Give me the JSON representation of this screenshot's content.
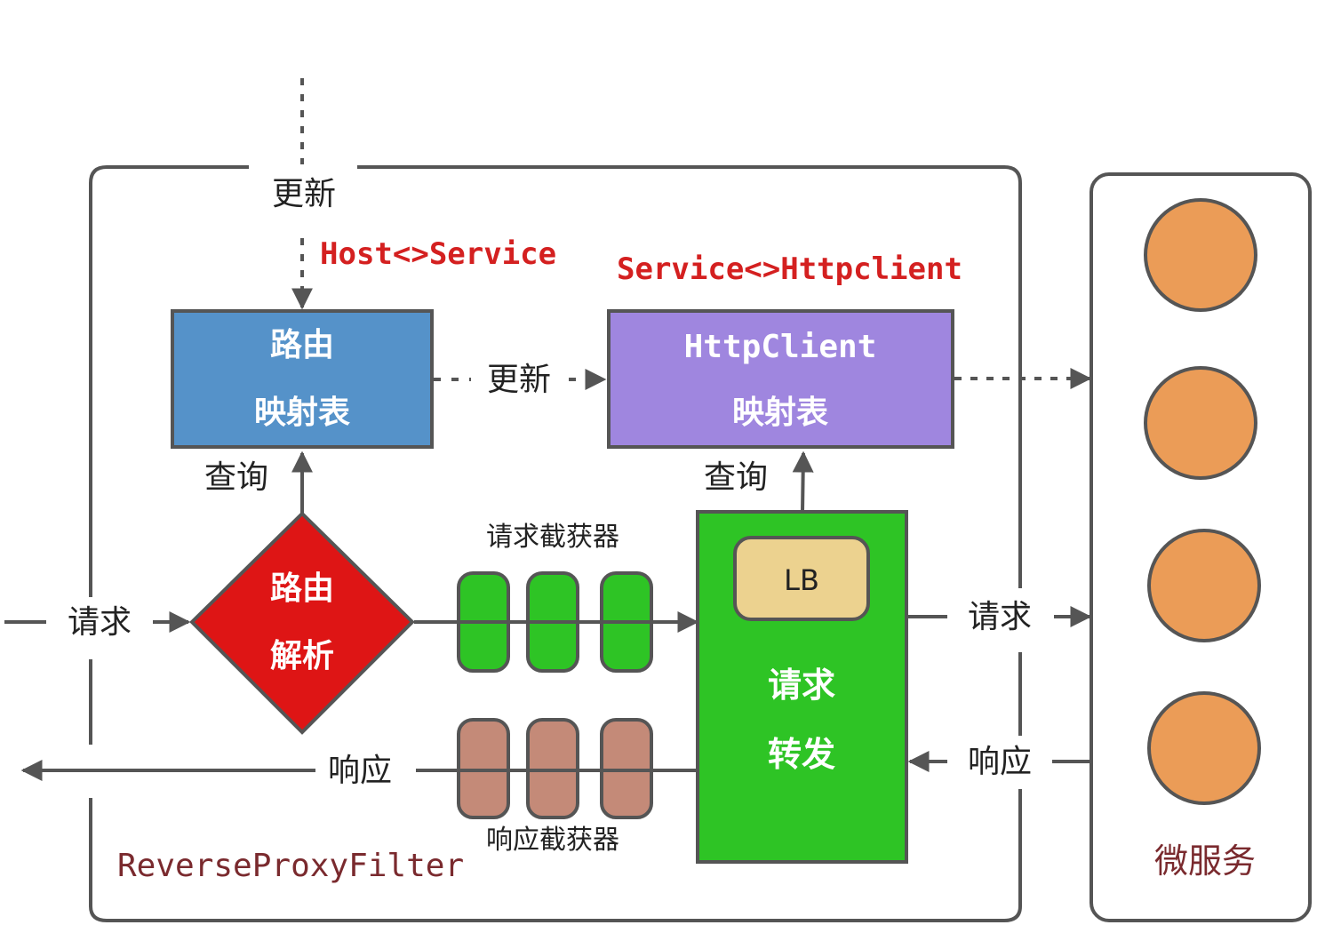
{
  "labels": {
    "update_top": "更新",
    "host_service": "Host<>Service",
    "service_httpclient": "Service<>Httpclient",
    "route_table_line1": "路由",
    "route_table_line2": "映射表",
    "update_middle": "更新",
    "httpclient_table_line1": "HttpClient",
    "httpclient_table_line2": "映射表",
    "query_left": "查询",
    "query_right": "查询",
    "request_interceptor": "请求截获器",
    "route_parse_line1": "路由",
    "route_parse_line2": "解析",
    "request_in": "请求",
    "lb": "LB",
    "forward_line1": "请求",
    "forward_line2": "转发",
    "request_out": "请求",
    "response_in": "响应",
    "response_out": "响应",
    "response_interceptor": "响应截获器",
    "filter_name": "ReverseProxyFilter",
    "microservice": "微服务"
  },
  "colors": {
    "stroke": "#555555",
    "route_table_fill": "#5592c9",
    "httpclient_table_fill": "#9f86df",
    "route_parse_fill": "#de1515",
    "forward_fill": "#2ec425",
    "lb_fill": "#ecd28f",
    "request_interceptor_fill": "#2ec425",
    "response_interceptor_fill": "#c48a78",
    "service_node_fill": "#eb9c57",
    "annotation_red": "#d42020",
    "filter_name_color": "#7a2a2e",
    "microservice_color": "#7a2a2e"
  }
}
